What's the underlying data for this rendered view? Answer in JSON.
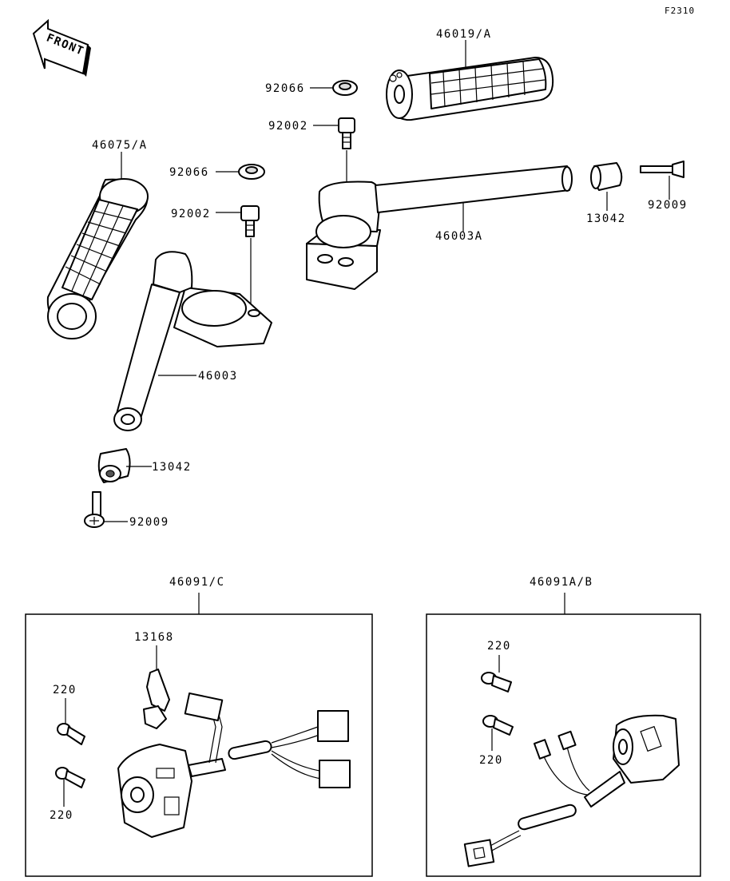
{
  "figure_code": "F2310",
  "front_label": "FRONT",
  "parts": {
    "grip_right": "46019/A",
    "grip_left": "46075/A",
    "washer_right": "92066",
    "washer_left": "92066",
    "bolt_right": "92002",
    "bolt_left": "92002",
    "handlebar_right": "46003A",
    "handlebar_left": "46003",
    "weight_right": "13042",
    "weight_left": "13042",
    "screw_right": "92009",
    "screw_left": "92009",
    "switch_left": "46091/C",
    "switch_right": "46091A/B",
    "clamp": "13168",
    "screw_220_a": "220",
    "screw_220_b": "220",
    "screw_220_c": "220",
    "screw_220_d": "220"
  }
}
